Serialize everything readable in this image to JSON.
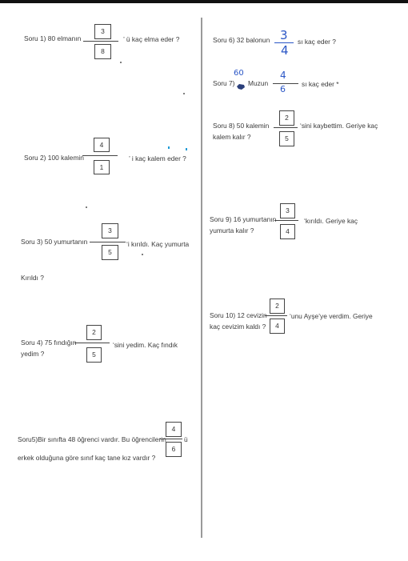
{
  "q1": {
    "prefix": "Soru 1) 80 elmanın",
    "num": "3",
    "den": "8",
    "suffix": "’ ü kaç elma eder ?"
  },
  "q2": {
    "prefix": "Soru 2) 100 kalemin",
    "num": "4",
    "den": "1",
    "suffix": "’ i  kaç kalem eder ?"
  },
  "q3": {
    "prefix": "Soru 3) 50 yumurtanın",
    "num": "3",
    "den": "5",
    "suffix": "‘i kırıldı. Kaç yumurta",
    "line2": "Kırıldı ?"
  },
  "q4": {
    "prefix": "Soru 4) 75 fındığın",
    "prefix2": "yedim ?",
    "num": "2",
    "den": "5",
    "suffix": "‘sini  yedim. Kaç  fındık"
  },
  "q5": {
    "prefix": "Soru5)Bir sınıfta 48 öğrenci vardır. Bu öğrencilerin",
    "num": "4",
    "den": "6",
    "suffix": "ü",
    "line2": "erkek olduğuna göre sınıf kaç tane kız vardır ?"
  },
  "q6": {
    "prefix": "Soru 6)  32 balonun",
    "num": "3",
    "den": "4",
    "suffix": "sı  kaç eder ?"
  },
  "q7": {
    "prefix": "Soru 7)",
    "handwritten_number": "60",
    "word": "Muzun",
    "num": "4",
    "den": "6",
    "suffix": "sı kaç eder *"
  },
  "q8": {
    "prefix": "Soru 8)  50  kalemin",
    "prefix2": "kalem kalır ?",
    "num": "2",
    "den": "5",
    "suffix": "‘sini kaybettim. Geriye kaç"
  },
  "q9": {
    "prefix": "Soru 9)  16  yumurtanın",
    "prefix2": "yumurta  kalır ?",
    "num": "3",
    "den": "4",
    "suffix": "‘kırıldı. Geriye kaç"
  },
  "q10": {
    "prefix": "Soru 10) 12 cevizin",
    "prefix2": "kaç cevizim kaldı ?",
    "num": "2",
    "den": "4",
    "suffix": "‘unu  Ayşe’ye verdim. Geriye"
  },
  "colors": {
    "ink": "#3a3a3a",
    "handwriting": "#2a56c6",
    "divider": "#9a9a9a"
  },
  "icons": {
    "q7_scribble": "ink-blot-icon"
  }
}
